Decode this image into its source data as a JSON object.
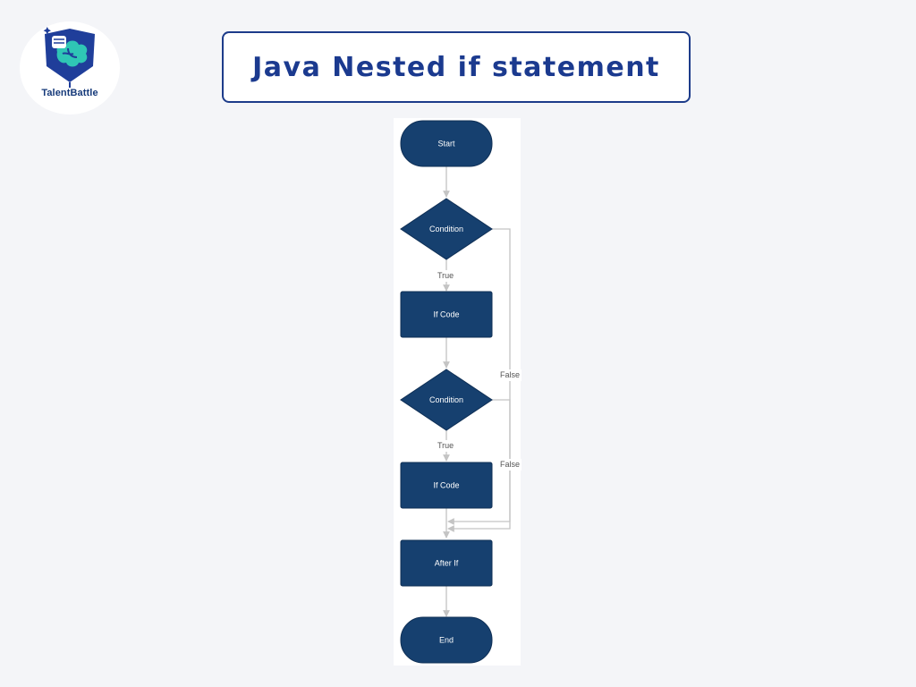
{
  "logo": {
    "text": "TalentBattle",
    "icon": "fist-brain-shield-icon"
  },
  "title": "Java Nested if statement",
  "flowchart": {
    "nodes": {
      "start": "Start",
      "condition_1": "Condition",
      "if_code_1": "If Code",
      "condition_2": "Condition",
      "if_code_2": "If Code",
      "after_if": "After If",
      "end": "End"
    },
    "edge_labels": {
      "true_1": "True",
      "true_2": "True",
      "false_1": "False",
      "false_2": "False"
    },
    "colors": {
      "node_fill": "#16406f",
      "edge": "#c4c4c4",
      "title": "#1b3a8f"
    }
  }
}
